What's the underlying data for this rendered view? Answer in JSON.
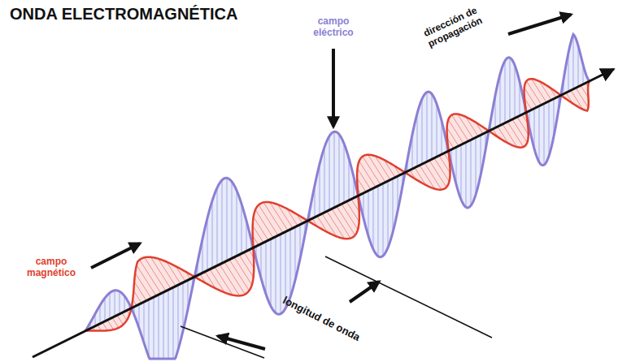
{
  "diagram": {
    "title": "ONDA ELECTROMAGNÉTICA",
    "labels": [
      "campo eléctrico",
      "dirección de propagación",
      "campo magnético",
      "longitud de onda"
    ]
  }
}
